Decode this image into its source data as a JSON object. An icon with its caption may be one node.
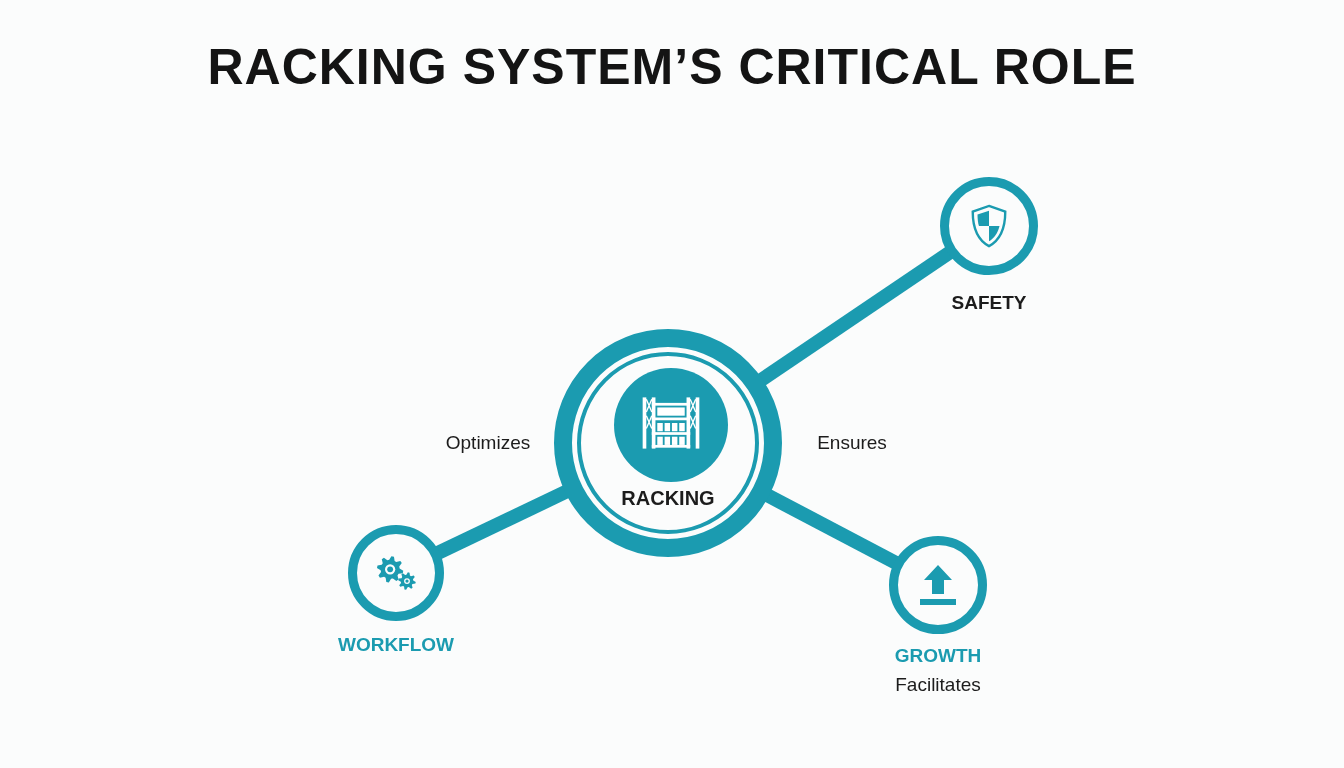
{
  "diagram": {
    "title": "RACKING SYSTEM’S CRITICAL ROLE",
    "nodes": [
      {
        "text": [
          "RACKING"
        ]
      },
      {
        "text": [
          "SAFETY"
        ]
      },
      {
        "text": [
          "WORKFLOW"
        ]
      },
      {
        "text": [
          "GROWTH"
        ],
        "beside": [
          "Facilitates"
        ]
      }
    ],
    "edges": [
      {
        "from": 0,
        "to": 1,
        "arrow": "none"
      },
      {
        "from": 0,
        "to": 2,
        "arrow": "none"
      },
      {
        "from": 0,
        "to": 3,
        "arrow": "none"
      }
    ],
    "labels": [
      "Optimizes",
      "Ensures"
    ]
  }
}
